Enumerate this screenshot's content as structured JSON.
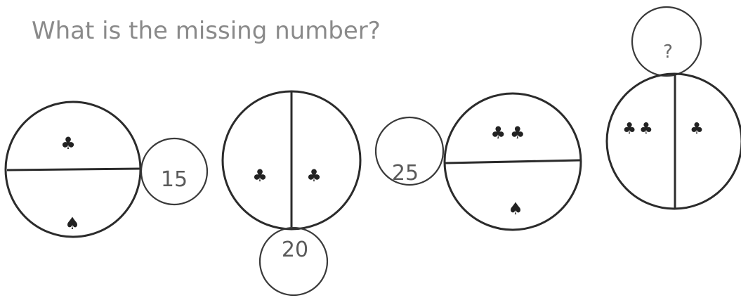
{
  "title": "What is the missing number?",
  "puzzles": [
    {
      "top_symbols": "♣",
      "bottom_symbols": "♠",
      "value": "15"
    },
    {
      "left_symbols": "♣",
      "right_symbols": "♣",
      "value": "20"
    },
    {
      "top_symbols": "♣♣",
      "bottom_symbols": "♠",
      "value": "25"
    },
    {
      "left_symbols": "♣♣",
      "right_symbols": "♣",
      "value": "?"
    }
  ]
}
